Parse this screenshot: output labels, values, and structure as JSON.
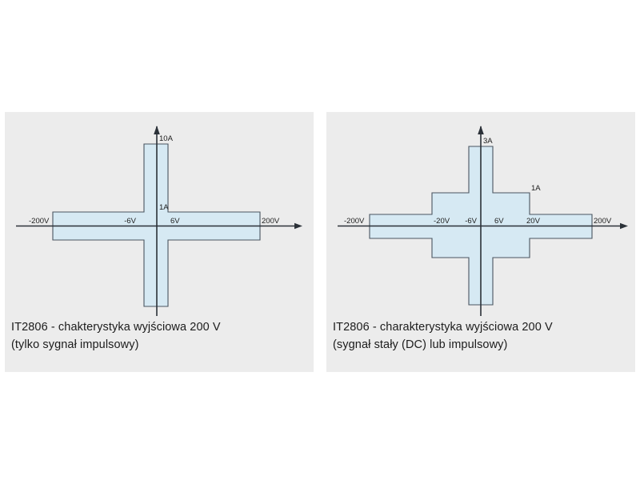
{
  "page": {
    "background": "#ffffff",
    "panel_background": "#ececec"
  },
  "colors": {
    "fill": "#d6e9f3",
    "outline": "#4a5560",
    "axis": "#2b3138",
    "text": "#1c1c1c"
  },
  "panels": [
    {
      "id": "left",
      "caption_line1": "IT2806 - chakterystyka wyjściowa 200 V",
      "caption_line2": "(tylko sygnał impulsowy)",
      "axis": {
        "x_left_label": "-200V",
        "x_right_label": "200V",
        "x_inner_neg_label": "-6V",
        "x_inner_pos_label": "6V",
        "y_top_label": "10A",
        "y_inner_label": "1A"
      },
      "chart_data": {
        "type": "area",
        "title": "IT2806 - chakterystyka wyjściowa 200 V (tylko sygnał impulsowy)",
        "xlabel": "V",
        "ylabel": "A",
        "xlim": [
          -200,
          200
        ],
        "ylim": [
          -10,
          10
        ],
        "grid": false,
        "legend": "none",
        "description": "Safe operating area, pulsed signal only: a plain cross (plus) shape",
        "boundary_points": [
          {
            "v": -200,
            "i": 1
          },
          {
            "v": -6,
            "i": 1
          },
          {
            "v": -6,
            "i": 10
          },
          {
            "v": 6,
            "i": 10
          },
          {
            "v": 6,
            "i": 1
          },
          {
            "v": 200,
            "i": 1
          },
          {
            "v": 200,
            "i": -1
          },
          {
            "v": 6,
            "i": -1
          },
          {
            "v": 6,
            "i": -10
          },
          {
            "v": -6,
            "i": -10
          },
          {
            "v": -6,
            "i": -1
          },
          {
            "v": -200,
            "i": -1
          }
        ],
        "annotations": [
          {
            "text": "10A",
            "v": 6,
            "i": 10
          },
          {
            "text": "1A",
            "v": 6,
            "i": 1
          },
          {
            "text": "-200V",
            "v": -200,
            "i": 0
          },
          {
            "text": "200V",
            "v": 200,
            "i": 0
          },
          {
            "text": "-6V",
            "v": -6,
            "i": 0
          },
          {
            "text": "6V",
            "v": 6,
            "i": 0
          }
        ]
      }
    },
    {
      "id": "right",
      "caption_line1": "IT2806 - charakterystyka wyjściowa 200 V",
      "caption_line2": "(sygnał stały (DC) lub impulsowy)",
      "axis": {
        "x_left_label": "-200V",
        "x_right_label": "200V",
        "x_mid_neg_label": "-20V",
        "x_mid_pos_label": "20V",
        "x_inner_neg_label": "-6V",
        "x_inner_pos_label": "6V",
        "y_top_label": "3A",
        "y_inner_label": "1A"
      },
      "chart_data": {
        "type": "area",
        "title": "IT2806 - charakterystyka wyjściowa 200 V (sygnał stały (DC) lub impulsowy)",
        "xlabel": "V",
        "ylabel": "A",
        "xlim": [
          -200,
          200
        ],
        "ylim": [
          -3,
          3
        ],
        "grid": false,
        "legend": "none",
        "description": "Safe operating area, DC or pulsed signal: stepped cross shape",
        "boundary_points": [
          {
            "v": -200,
            "i": 0.35
          },
          {
            "v": -20,
            "i": 0.35
          },
          {
            "v": -20,
            "i": 1
          },
          {
            "v": -6,
            "i": 1
          },
          {
            "v": -6,
            "i": 3
          },
          {
            "v": 6,
            "i": 3
          },
          {
            "v": 6,
            "i": 1
          },
          {
            "v": 20,
            "i": 1
          },
          {
            "v": 20,
            "i": 0.35
          },
          {
            "v": 200,
            "i": 0.35
          },
          {
            "v": 200,
            "i": -0.35
          },
          {
            "v": 20,
            "i": -0.35
          },
          {
            "v": 20,
            "i": -1
          },
          {
            "v": 6,
            "i": -1
          },
          {
            "v": 6,
            "i": -3
          },
          {
            "v": -6,
            "i": -3
          },
          {
            "v": -6,
            "i": -1
          },
          {
            "v": -20,
            "i": -1
          },
          {
            "v": -20,
            "i": -0.35
          },
          {
            "v": -200,
            "i": -0.35
          }
        ],
        "annotations": [
          {
            "text": "3A",
            "v": 6,
            "i": 3
          },
          {
            "text": "1A",
            "v": 20,
            "i": 1
          },
          {
            "text": "-200V",
            "v": -200,
            "i": 0
          },
          {
            "text": "200V",
            "v": 200,
            "i": 0
          },
          {
            "text": "-20V",
            "v": -20,
            "i": 0
          },
          {
            "text": "20V",
            "v": 20,
            "i": 0
          },
          {
            "text": "-6V",
            "v": -6,
            "i": 0
          },
          {
            "text": "6V",
            "v": 6,
            "i": 0
          }
        ]
      }
    }
  ]
}
